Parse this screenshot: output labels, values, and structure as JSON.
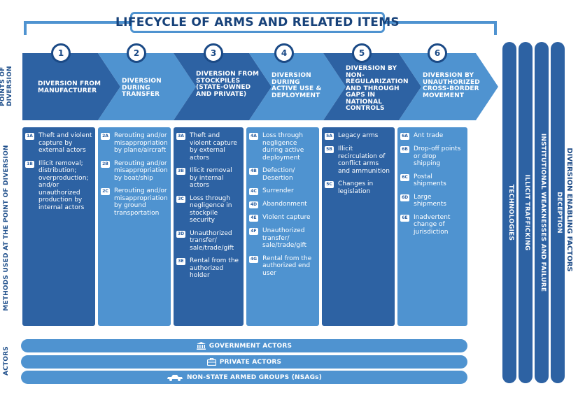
{
  "title": "LIFECYCLE OF ARMS AND RELATED ITEMS",
  "row_labels": {
    "points_line1": "POINTS OF",
    "points_line2": "DIVERSION",
    "methods": "METHODS USED AT THE POINT OF DIVERSION",
    "actors": "ACTORS"
  },
  "colors": {
    "dark_blue": "#2d62a3",
    "mid_blue": "#3a7cc4",
    "light_blue": "#4f93d0",
    "navy": "#1b4a86"
  },
  "stages": [
    {
      "number": "1",
      "title": "DIVERSION FROM MANUFACTURER"
    },
    {
      "number": "2",
      "title": "DIVERSION DURING TRANSFER"
    },
    {
      "number": "3",
      "title": "DIVERSION FROM STOCKPILES (STATE-OWNED AND PRIVATE)"
    },
    {
      "number": "4",
      "title": "DIVERSION DURING ACTIVE USE & DEPLOYMENT"
    },
    {
      "number": "5",
      "title": "DIVERSION BY NON-REGULARIZATION AND THROUGH GAPS IN NATIONAL CONTROLS"
    },
    {
      "number": "6",
      "title": "DIVERSION BY UNAUTHORIZED CROSS-BORDER MOVEMENT"
    }
  ],
  "methods": [
    [
      {
        "code": "1A",
        "text": "Theft and violent capture by external actors"
      },
      {
        "code": "1B",
        "text": "Illicit removal; distribution; overproduction; and/or unauthorized production by internal actors"
      }
    ],
    [
      {
        "code": "2A",
        "text": "Rerouting and/or misappropriation by plane/aircraft"
      },
      {
        "code": "2B",
        "text": "Rerouting and/or misappropriation by boat/ship"
      },
      {
        "code": "2C",
        "text": "Rerouting and/or misappropriation by ground transportation"
      }
    ],
    [
      {
        "code": "3A",
        "text": "Theft and violent capture by external actors"
      },
      {
        "code": "3B",
        "text": "Illicit removal by internal actors"
      },
      {
        "code": "3C",
        "text": "Loss through negligence in stockpile security"
      },
      {
        "code": "3D",
        "text": "Unauthorized transfer/ sale/trade/gift"
      },
      {
        "code": "3E",
        "text": "Rental from the authorized holder"
      }
    ],
    [
      {
        "code": "4A",
        "text": "Loss through negligence during active deployment"
      },
      {
        "code": "4B",
        "text": "Defection/ Desertion"
      },
      {
        "code": "4C",
        "text": "Surrender"
      },
      {
        "code": "4D",
        "text": "Abandonment"
      },
      {
        "code": "4E",
        "text": "Violent capture"
      },
      {
        "code": "4F",
        "text": "Unauthorized transfer/ sale/trade/gift"
      },
      {
        "code": "4G",
        "text": "Rental from the authorized end user"
      }
    ],
    [
      {
        "code": "5A",
        "text": "Legacy arms"
      },
      {
        "code": "5B",
        "text": "Illicit recirculation of conflict arms and ammunition"
      },
      {
        "code": "5C",
        "text": "Changes in legislation"
      }
    ],
    [
      {
        "code": "6A",
        "text": "Ant trade"
      },
      {
        "code": "6B",
        "text": "Drop-off points or drop shipping"
      },
      {
        "code": "6C",
        "text": "Postal shipments"
      },
      {
        "code": "6D",
        "text": "Large shipments"
      },
      {
        "code": "6E",
        "text": "Inadvertent change of jurisdiction"
      }
    ]
  ],
  "actors": [
    {
      "label": "GOVERNMENT ACTORS",
      "icon": "government-building-icon"
    },
    {
      "label": "PRIVATE ACTORS",
      "icon": "briefcase-icon"
    },
    {
      "label": "NON-STATE ARMED GROUPS (NSAGs)",
      "icon": "vehicle-icon"
    }
  ],
  "enabling_factors": {
    "heading": "DIVERSION ENABLING FACTORS",
    "items": [
      "TECHNOLOGIES",
      "ILLICIT TRAFFICKING",
      "INSTITUTIONAL WEAKNESSES AND FAILURE",
      "DECEPTION"
    ]
  }
}
